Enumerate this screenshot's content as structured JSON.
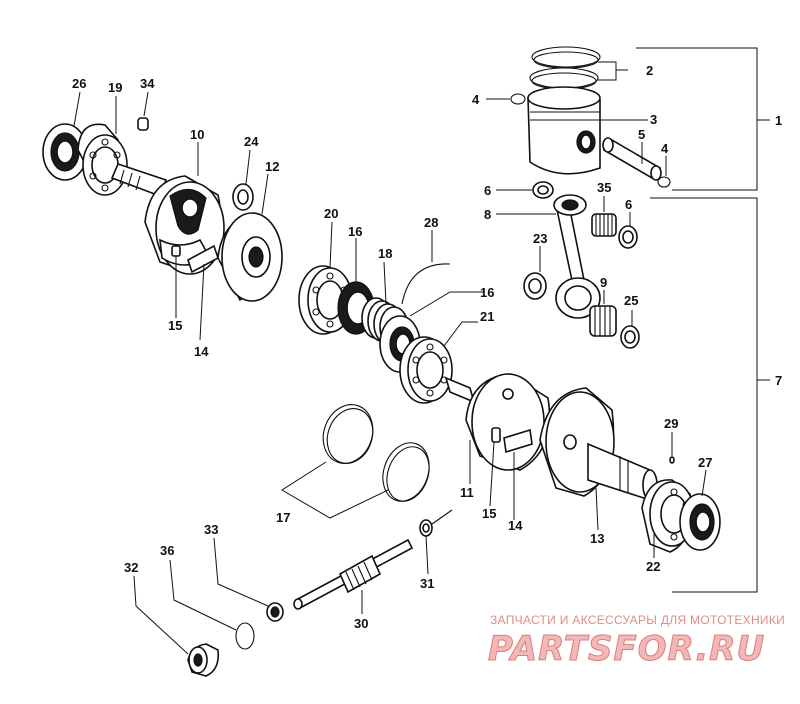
{
  "diagram": {
    "part_numbers": {
      "p1": "1",
      "p2": "2",
      "p3": "3",
      "p4a": "4",
      "p4b": "4",
      "p5": "5",
      "p6a": "6",
      "p6b": "6",
      "p7": "7",
      "p8": "8",
      "p9": "9",
      "p10": "10",
      "p11": "11",
      "p12": "12",
      "p13": "13",
      "p14a": "14",
      "p14b": "14",
      "p15a": "15",
      "p15b": "15",
      "p16a": "16",
      "p16b": "16",
      "p17": "17",
      "p18": "18",
      "p19": "19",
      "p20": "20",
      "p21": "21",
      "p22": "22",
      "p23": "23",
      "p24": "24",
      "p25": "25",
      "p26": "26",
      "p27": "27",
      "p28": "28",
      "p29": "29",
      "p30": "30",
      "p31": "31",
      "p32": "32",
      "p33": "33",
      "p34": "34",
      "p35": "35",
      "p36": "36"
    }
  },
  "watermark": {
    "tagline": "ЗАПЧАСТИ И АКСЕССУАРЫ ДЛЯ МОТОТЕХНИКИ",
    "brand": "PARTSFOR.RU",
    "color": "#e07a7a"
  }
}
